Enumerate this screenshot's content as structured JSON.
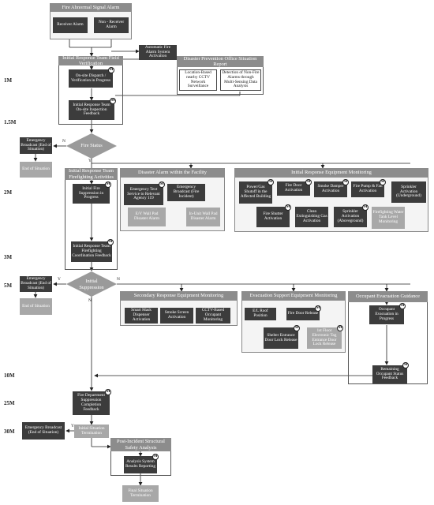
{
  "marker": "M",
  "times": {
    "t1": "1M",
    "t2": "1.5M",
    "t3": "2M",
    "t4": "3M",
    "t5": "5M",
    "t6": "10M",
    "t7": "25M",
    "t8": "30M"
  },
  "yesno": {
    "n1": "N",
    "y1": "Y",
    "y2": "Y",
    "n2": "N",
    "n3": "N",
    "y3": "Y"
  },
  "top": {
    "title": "Fire Abnormal Signal Alarm",
    "receiver": "Receiver Alarm",
    "non_receiver": "Non - Receiver Alarm",
    "auto": "Automatic Fire Alarm System Activation"
  },
  "verify": {
    "title": "Initial Response Team Field Verification",
    "dispatch": "On-site Dispatch / Verification in Progress",
    "feedback": "Initial Response Team On-site Inspection Feedback"
  },
  "disaster": {
    "title": "Disaster Prevention Office Situation Report",
    "cctv": "Location-Based nearby CCTV Network Surveillance",
    "detect": "Detection of Non-Fire Alarms through Multi-Sensing Data Analysis"
  },
  "decision1": {
    "label": "Fire Status",
    "bcast": "Emergency Broadcast (End of Situation)",
    "end": "End of Situation"
  },
  "fight": {
    "title": "Initial Response Team Firefighting Activities",
    "supp": "Initial Fire Suppression in Progress",
    "feedback": "Initial Response Team Firefighting Coordination Feedback"
  },
  "alarm": {
    "title": "Disaster Alarm within the Facility",
    "text119": "Emergency Text Service to Relevant Agency 119",
    "broadcast": "Emergency Broadcast (Fire Incident)",
    "ev": "E/V Wall Pad Disaster Alarm",
    "inunit": "In-Unit Wall Pad Disaster Alarm"
  },
  "equip": {
    "title": "Initial Response Equipment Monitoring",
    "power": "Power/Gas Shutoff in the Affected Building",
    "firedoor": "Fire Door Activation",
    "smoke": "Smoke Damper Activation",
    "pump": "Fire Pump & Fan Activation",
    "spr_under": "Sprinkler Activation (Underground)",
    "shutter": "Fire Shutter Activation",
    "gas": "Clean Extinguishing Gas Activation",
    "spr_above": "Sprinkler Activation (Aboveground)",
    "tank": "Firefighting Water Tank Level Monitoring"
  },
  "decision2": {
    "label": "Initial Suppression",
    "bcast": "Emergency Broadcast (End of Situation)",
    "end": "End of Situation"
  },
  "secondary": {
    "title": "Secondary Response Equipment Monitoring",
    "mask": "Smart Mask Dispenser Activation",
    "screen": "Smoke Screen Activation",
    "cctv": "CCTV-Based Occupant Monitoring"
  },
  "evac_support": {
    "title": "Evacuation Support Equipment Monitoring",
    "roof": "E/L Roof Position",
    "door": "Fire Door Release",
    "shelter": "Shelter Entrance Door Lock Release",
    "tag": "1st Floor Electronic Tag Entrance Door Lock Release"
  },
  "occupant": {
    "title": "Occupant Evacuation Guidance",
    "progress": "Occupant Evacuation in Progress",
    "remaining": "Remaining Occupant Status Feedback"
  },
  "bottom": {
    "fd": "Fire Department Suppression Completion Feedback",
    "bcast": "Emergency Broadcast (End of Situation)",
    "term": "Initial Situation Termination",
    "post": "Post-Incident Structural Safety Analysis",
    "analysis": "Analysis System Results Reporting",
    "final": "Final Situation Termination"
  }
}
